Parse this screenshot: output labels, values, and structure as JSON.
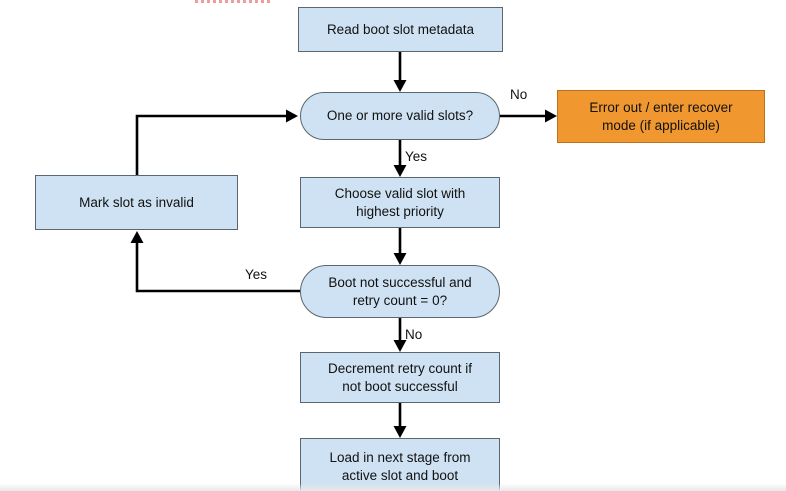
{
  "diagram": {
    "nodes": {
      "read_metadata": {
        "label": "Read boot slot metadata",
        "type": "process"
      },
      "valid_slots": {
        "label": "One or more valid slots?",
        "type": "decision"
      },
      "error_out": {
        "label": "Error out / enter recover mode (if applicable)",
        "type": "error"
      },
      "choose_slot": {
        "label": "Choose valid slot with highest priority",
        "type": "process"
      },
      "mark_invalid": {
        "label": "Mark slot as invalid",
        "type": "process"
      },
      "boot_check": {
        "label": "Boot not successful and retry count = 0?",
        "type": "decision"
      },
      "decrement_retry": {
        "label": "Decrement retry count if not boot successful",
        "type": "process"
      },
      "load_next": {
        "label": "Load in next stage from active slot and boot",
        "type": "process"
      }
    },
    "edge_labels": {
      "valid_slots_no": "No",
      "valid_slots_yes": "Yes",
      "boot_check_yes": "Yes",
      "boot_check_no": "No"
    },
    "colors": {
      "node_fill": "#cfe2f3",
      "node_border": "#5a6670",
      "error_fill": "#f0982f",
      "error_border": "#b97320",
      "connector": "#000000",
      "artifact_red": "#ee9c9c"
    }
  }
}
